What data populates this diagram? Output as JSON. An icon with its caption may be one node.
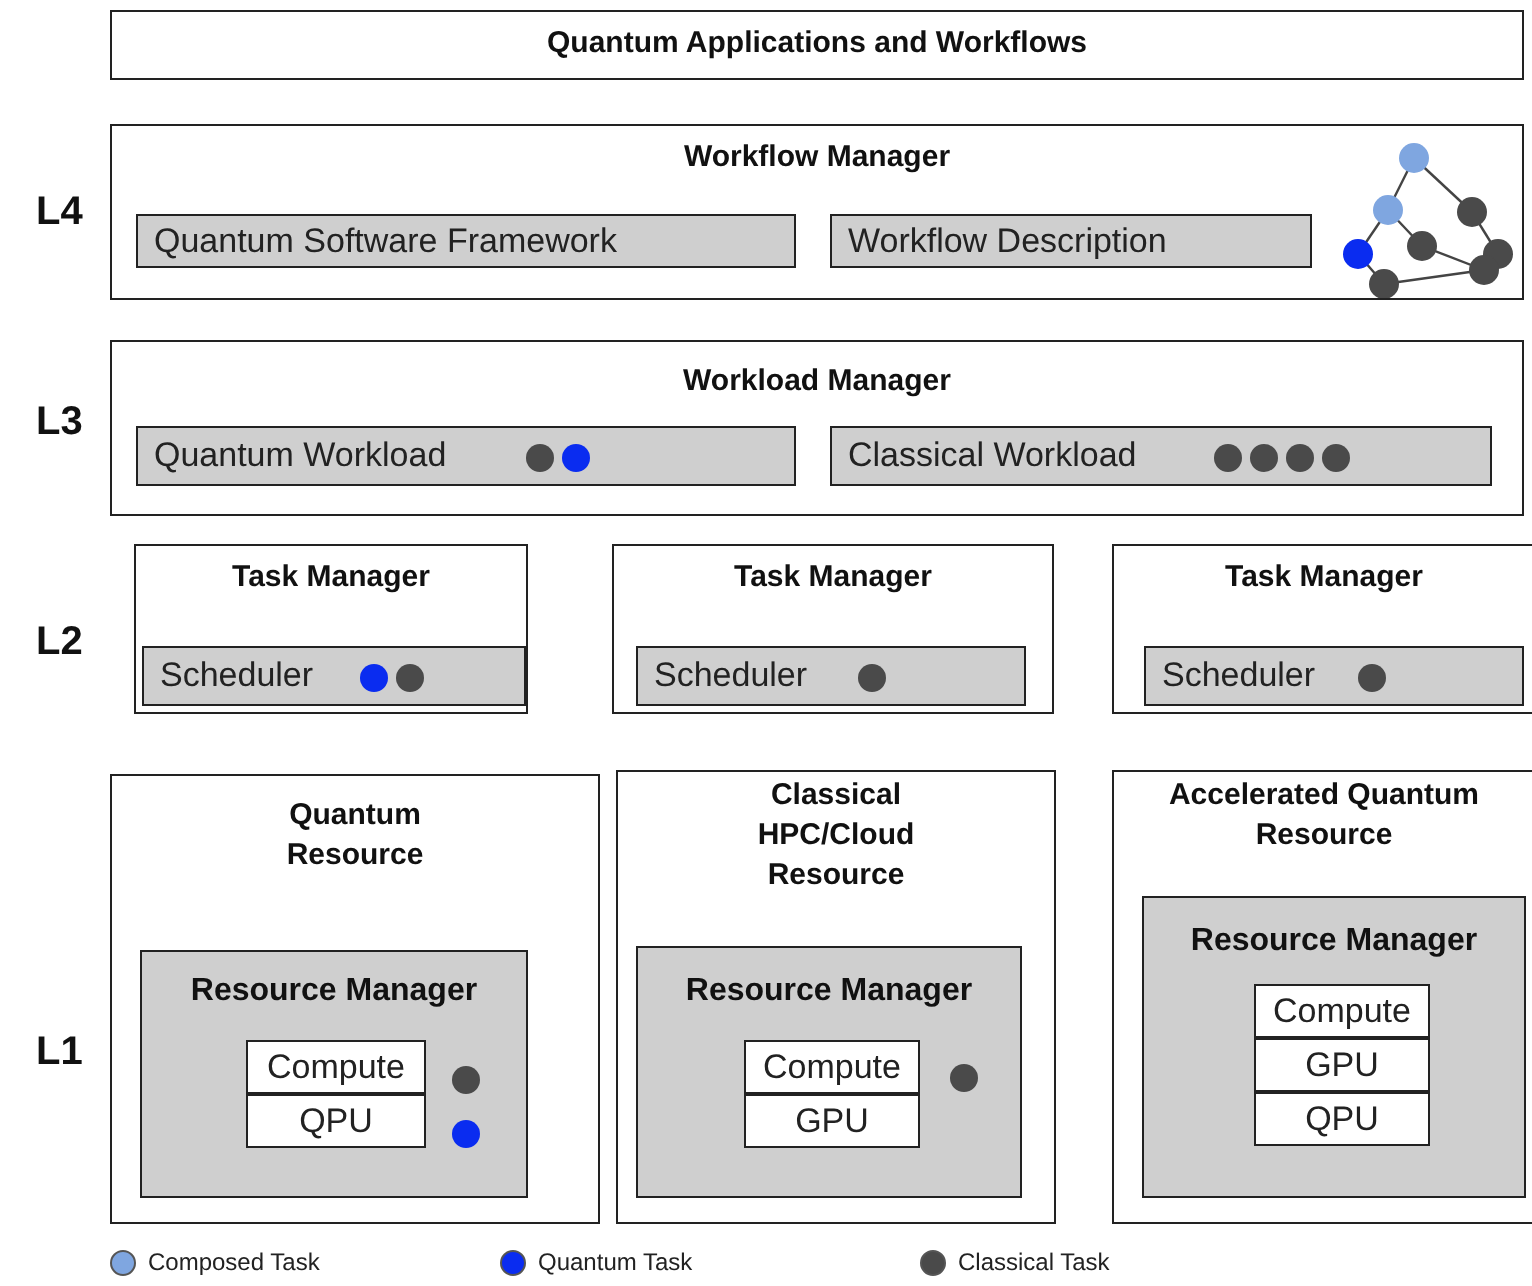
{
  "diagram": {
    "nodes": [
      {
        "text": [
          "Quantum Applications and Workflows"
        ]
      },
      {
        "text": [
          "Workflow Manager"
        ]
      },
      {
        "text": [
          "Quantum Software Framework"
        ],
        "in": 1
      },
      {
        "text": [
          "Workflow Description"
        ],
        "in": 1
      },
      {
        "text": [
          "Workload Manager"
        ]
      },
      {
        "text": [
          "Quantum Workload"
        ],
        "in": 4
      },
      {
        "text": [
          "Classical Workload"
        ],
        "in": 4
      },
      {
        "text": [
          "Task Manager"
        ]
      },
      {
        "text": [
          "Scheduler"
        ],
        "in": 7
      },
      {
        "text": [
          "Task Manager"
        ]
      },
      {
        "text": [
          "Scheduler"
        ],
        "in": 9
      },
      {
        "text": [
          "Task Manager"
        ]
      },
      {
        "text": [
          "Scheduler"
        ],
        "in": 11
      },
      {
        "text": [
          "Quantum Resource"
        ]
      },
      {
        "text": [
          "Resource Manager"
        ],
        "in": 13
      },
      {
        "text": [
          "Compute"
        ],
        "in": 14
      },
      {
        "text": [
          "QPU"
        ],
        "in": 14
      },
      {
        "text": [
          "Classical HPC/Cloud Resource"
        ]
      },
      {
        "text": [
          "Resource Manager"
        ],
        "in": 17
      },
      {
        "text": [
          "Compute"
        ],
        "in": 18
      },
      {
        "text": [
          "GPU"
        ],
        "in": 18
      },
      {
        "text": [
          "Accelerated Quantum Resource"
        ]
      },
      {
        "text": [
          "Resource Manager"
        ],
        "in": 21
      },
      {
        "text": [
          "Compute"
        ],
        "in": 22
      },
      {
        "text": [
          "GPU"
        ],
        "in": 22
      },
      {
        "text": [
          "QPU"
        ],
        "in": 22
      }
    ],
    "labels": [
      "L4",
      "L3",
      "L2",
      "L1"
    ],
    "legend": [
      {
        "text": "Composed Task",
        "color": "#7fa6e0"
      },
      {
        "text": "Quantum Task",
        "color": "#0a2cf0"
      },
      {
        "text": "Classical Task",
        "color": "#4a4a4a"
      }
    ]
  }
}
